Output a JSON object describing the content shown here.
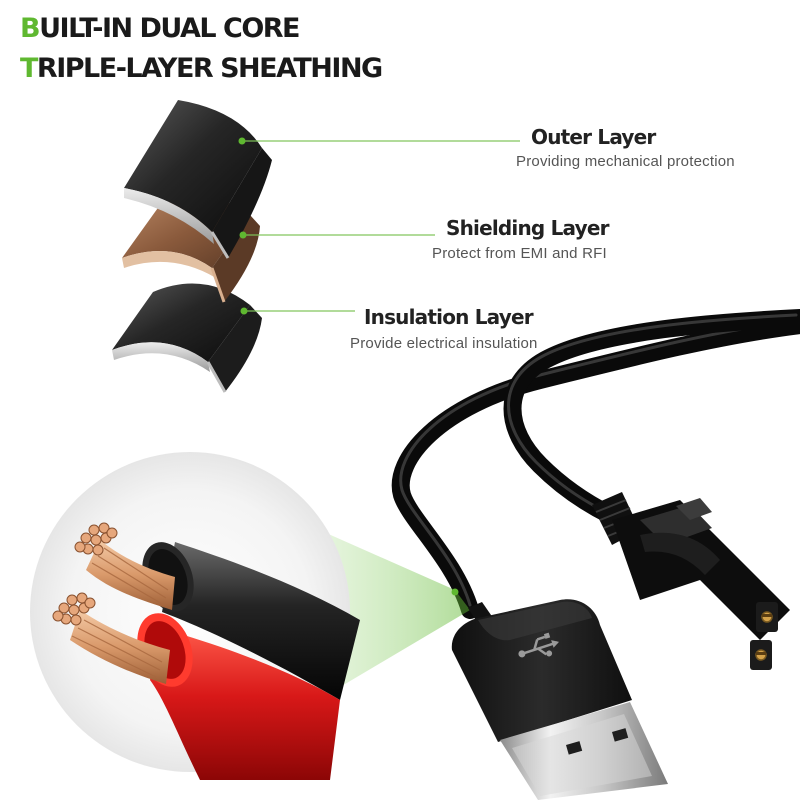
{
  "headline": {
    "line1_first": "B",
    "line1_rest": "UILT-IN DUAL CORE",
    "line2_first": "T",
    "line2_rest": "RIPLE-LAYER SHEATHING"
  },
  "layers": [
    {
      "title": "Outer Layer",
      "description": "Providing mechanical protection"
    },
    {
      "title": "Shielding Layer",
      "description": "Protect from EMI and RFI"
    },
    {
      "title": "Insulation Layer",
      "description": "Provide electrical insulation"
    }
  ],
  "colors": {
    "accent_green": "#5fb830",
    "headline_text": "#1a1a1a",
    "cable_black": "#151515",
    "shield_copper": "#8a5a3c",
    "wire_red": "#d81818",
    "wire_copper": "#d9996a"
  },
  "icons": {
    "usb_symbol": "usb-symbol-icon"
  }
}
